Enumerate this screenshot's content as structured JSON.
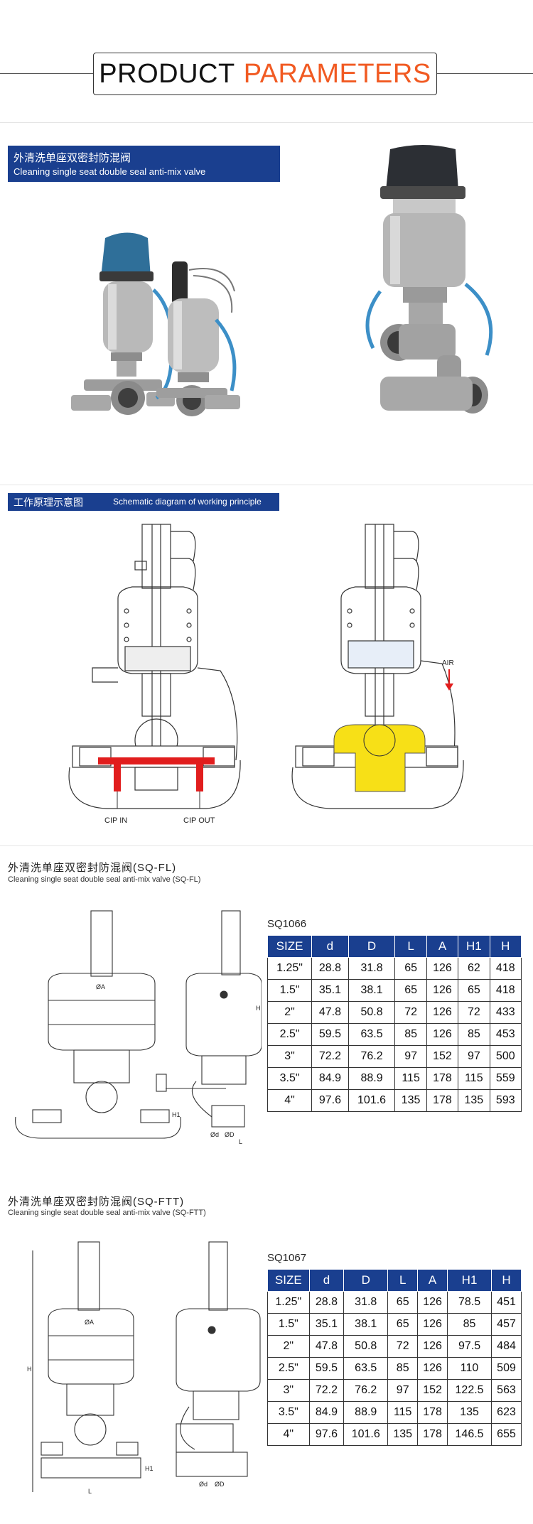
{
  "header": {
    "title_part1": "PRODUCT",
    "title_part2": "PARAMETERS"
  },
  "product": {
    "name_zh": "外清洗单座双密封防混阀",
    "name_en": "Cleaning single seat double seal anti-mix valve"
  },
  "schematic": {
    "title_zh": "工作原理示意图",
    "title_en": "Schematic diagram of working principle",
    "label_cip_in": "CIP IN",
    "label_cip_out": "CIP OUT",
    "label_air": "AIR"
  },
  "colors": {
    "accent": "#f15a22",
    "banner": "#1a3f8f",
    "cip_red": "#e11d1d",
    "product_yellow": "#f7e017"
  },
  "sections": [
    {
      "caption_zh": "外清洗单座双密封防混阀(SQ-FL)",
      "caption_en": "Cleaning single seat double seal anti-mix valve (SQ-FL)",
      "model": "SQ1066",
      "columns": [
        "SIZE",
        "d",
        "D",
        "L",
        "A",
        "H1",
        "H"
      ],
      "rows": [
        [
          "1.25\"",
          "28.8",
          "31.8",
          "65",
          "126",
          "62",
          "418"
        ],
        [
          "1.5\"",
          "35.1",
          "38.1",
          "65",
          "126",
          "65",
          "418"
        ],
        [
          "2\"",
          "47.8",
          "50.8",
          "72",
          "126",
          "72",
          "433"
        ],
        [
          "2.5\"",
          "59.5",
          "63.5",
          "85",
          "126",
          "85",
          "453"
        ],
        [
          "3\"",
          "72.2",
          "76.2",
          "97",
          "152",
          "97",
          "500"
        ],
        [
          "3.5\"",
          "84.9",
          "88.9",
          "115",
          "178",
          "115",
          "559"
        ],
        [
          "4\"",
          "97.6",
          "101.6",
          "135",
          "178",
          "135",
          "593"
        ]
      ]
    },
    {
      "caption_zh": "外清洗单座双密封防混阀(SQ-FTT)",
      "caption_en": "Cleaning single seat double seal anti-mix valve (SQ-FTT)",
      "model": "SQ1067",
      "columns": [
        "SIZE",
        "d",
        "D",
        "L",
        "A",
        "H1",
        "H"
      ],
      "rows": [
        [
          "1.25\"",
          "28.8",
          "31.8",
          "65",
          "126",
          "78.5",
          "451"
        ],
        [
          "1.5\"",
          "35.1",
          "38.1",
          "65",
          "126",
          "85",
          "457"
        ],
        [
          "2\"",
          "47.8",
          "50.8",
          "72",
          "126",
          "97.5",
          "484"
        ],
        [
          "2.5\"",
          "59.5",
          "63.5",
          "85",
          "126",
          "110",
          "509"
        ],
        [
          "3\"",
          "72.2",
          "76.2",
          "97",
          "152",
          "122.5",
          "563"
        ],
        [
          "3.5\"",
          "84.9",
          "88.9",
          "115",
          "178",
          "135",
          "623"
        ],
        [
          "4\"",
          "97.6",
          "101.6",
          "135",
          "178",
          "146.5",
          "655"
        ]
      ]
    }
  ],
  "drawing_labels": {
    "a": "ØA",
    "h": "H",
    "h1": "H1",
    "l": "L",
    "d1": "Ød",
    "d2": "ØD"
  }
}
